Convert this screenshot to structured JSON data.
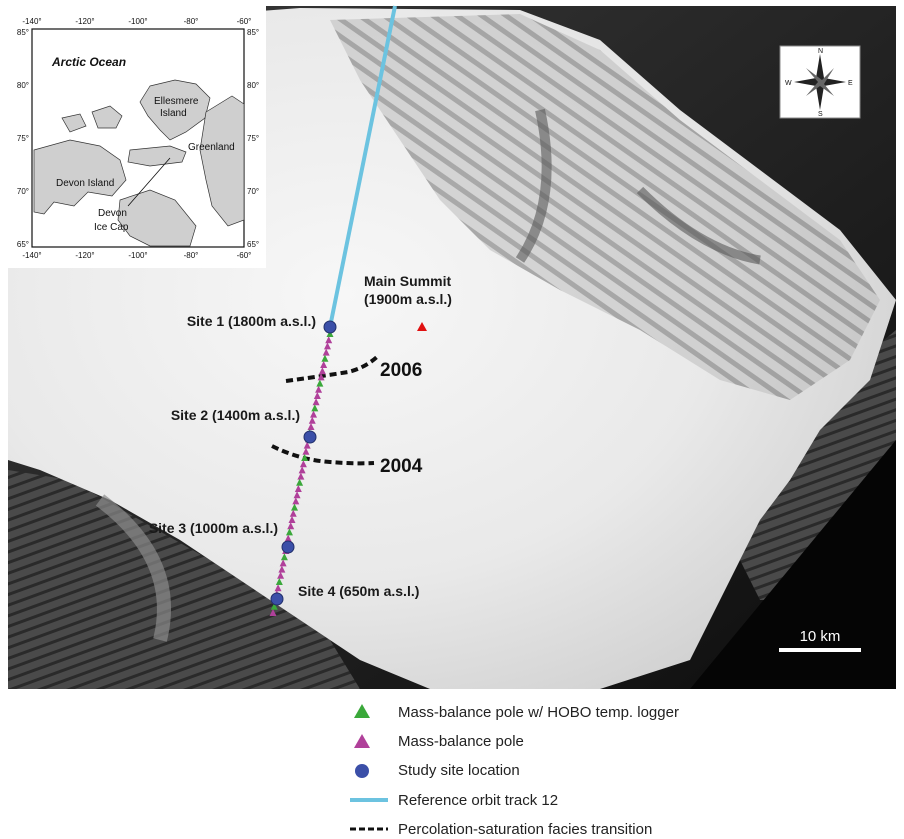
{
  "map": {
    "sites": [
      {
        "label": "Site 1 (1800m a.s.l.)"
      },
      {
        "label": "Site 2 (1400m a.s.l.)"
      },
      {
        "label": "Site 3 (1000m a.s.l.)"
      },
      {
        "label": "Site 4 (650m a.s.l.)"
      }
    ],
    "summit": {
      "line1": "Main Summit",
      "line2": "(1900m a.s.l.)"
    },
    "facies_years": [
      "2006",
      "2004"
    ],
    "scale_bar": "10 km",
    "compass": {
      "n": "N",
      "s": "S",
      "e": "E",
      "w": "W"
    }
  },
  "inset": {
    "title": "Arctic Ocean",
    "labels": {
      "ellesmere_1": "Ellesmere",
      "ellesmere_2": "Island",
      "greenland": "Greenland",
      "devon_island": "Devon Island",
      "devon_ice_cap_1": "Devon",
      "devon_ice_cap_2": "Ice Cap"
    },
    "top_ticks": [
      "-140°",
      "-120°",
      "-100°",
      "-80°",
      "-60°"
    ],
    "bottom_ticks": [
      "-140°",
      "-120°",
      "-100°",
      "-80°",
      "-60°"
    ],
    "left_ticks": [
      "85°",
      "80°",
      "75°",
      "70°",
      "65°"
    ],
    "right_ticks": [
      "85°",
      "80°",
      "75°",
      "70°",
      "65°"
    ]
  },
  "legend": {
    "items": [
      {
        "label": "Mass-balance pole w/ HOBO temp. logger",
        "symbol": "triangle",
        "color": "#3aa83a"
      },
      {
        "label": "Mass-balance pole",
        "symbol": "triangle",
        "color": "#b0409a"
      },
      {
        "label": "Study site location",
        "symbol": "circle",
        "color": "#3b4fa8"
      },
      {
        "label": "Reference orbit track 12",
        "symbol": "line",
        "color": "#6cc3e0"
      },
      {
        "label": "Percolation-saturation facies transition",
        "symbol": "dashed",
        "color": "#111111"
      }
    ]
  },
  "colors": {
    "orbit_track": "#6cc3e0",
    "pole_hobo": "#3aa83a",
    "pole": "#b0409a",
    "site": "#3b4fa8",
    "summit": "#e01010",
    "ocean": "#1a1a1a",
    "ice": "#f2f2f2"
  }
}
